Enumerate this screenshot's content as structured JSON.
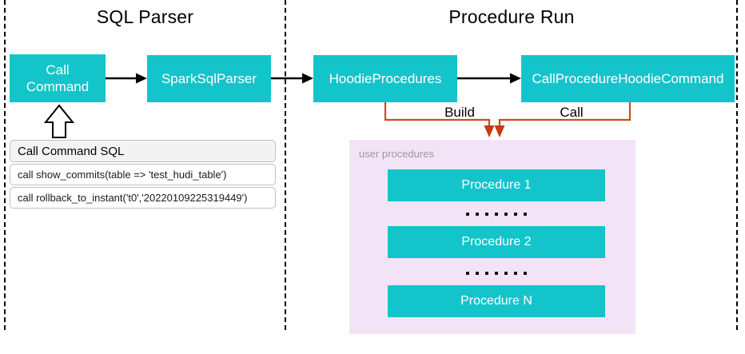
{
  "sections": {
    "sql_parser": {
      "title": "SQL Parser"
    },
    "procedure_run": {
      "title": "Procedure Run"
    }
  },
  "nodes": {
    "call_command": {
      "label": "Call\nCommand"
    },
    "spark_sql_parser": {
      "label": "SparkSqlParser"
    },
    "hoodie_procedures": {
      "label": "HoodieProcedures"
    },
    "call_procedure_hoodie_command": {
      "label": "CallProcedureHoodieCommand"
    }
  },
  "edges": {
    "build_label": "Build",
    "call_label": "Call"
  },
  "sql_panel": {
    "title": "Call Command SQL",
    "rows": [
      "call show_commits(table => 'test_hudi_table')",
      "call rollback_to_instant('t0','20220109225319449')"
    ]
  },
  "user_procedures": {
    "label": "user procedures",
    "items": [
      {
        "label": "Procedure 1"
      },
      {
        "label": "Procedure 2"
      },
      {
        "label": "Procedure N"
      }
    ]
  },
  "colors": {
    "node_teal": "#13c5ca",
    "connector_orange": "#d1491c",
    "connector_arrow_red": "#c63a10",
    "user_procedures_bg": "#f2e4f6",
    "muted_label_text": "#9a9a9a",
    "sql_header_bg": "#f3f3f3",
    "sql_border": "#c0c0c0"
  }
}
